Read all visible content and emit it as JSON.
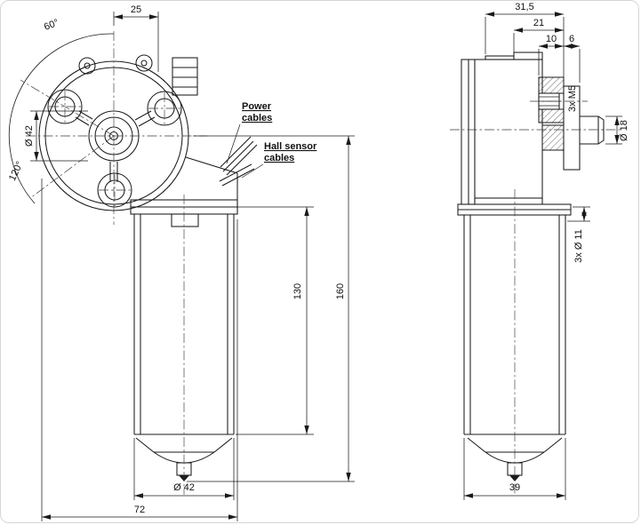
{
  "drawing": {
    "left_view": {
      "dims": {
        "top_offset": "25",
        "angle_small": "60°",
        "boss_dia": "Ø 42",
        "angle_large": "120°",
        "motor_length": "130",
        "overall_length": "160",
        "tube_dia": "Ø 42",
        "overall_width": "72"
      },
      "labels": {
        "power_line1": "Power",
        "power_line2": "cables",
        "hall_line1": "Hall sensor",
        "hall_line2": "cables"
      }
    },
    "right_view": {
      "dims": {
        "overall_depth": "31,5",
        "inner_depth": "21",
        "boss_depth": "10",
        "plate_depth": "6",
        "thread_spec": "3x M5",
        "shaft_dia": "Ø 18",
        "mount_holes": "3x Ø 11",
        "tube_width": "39"
      }
    },
    "colors": {
      "line": "#1a1a1a",
      "background": "#ffffff"
    }
  }
}
